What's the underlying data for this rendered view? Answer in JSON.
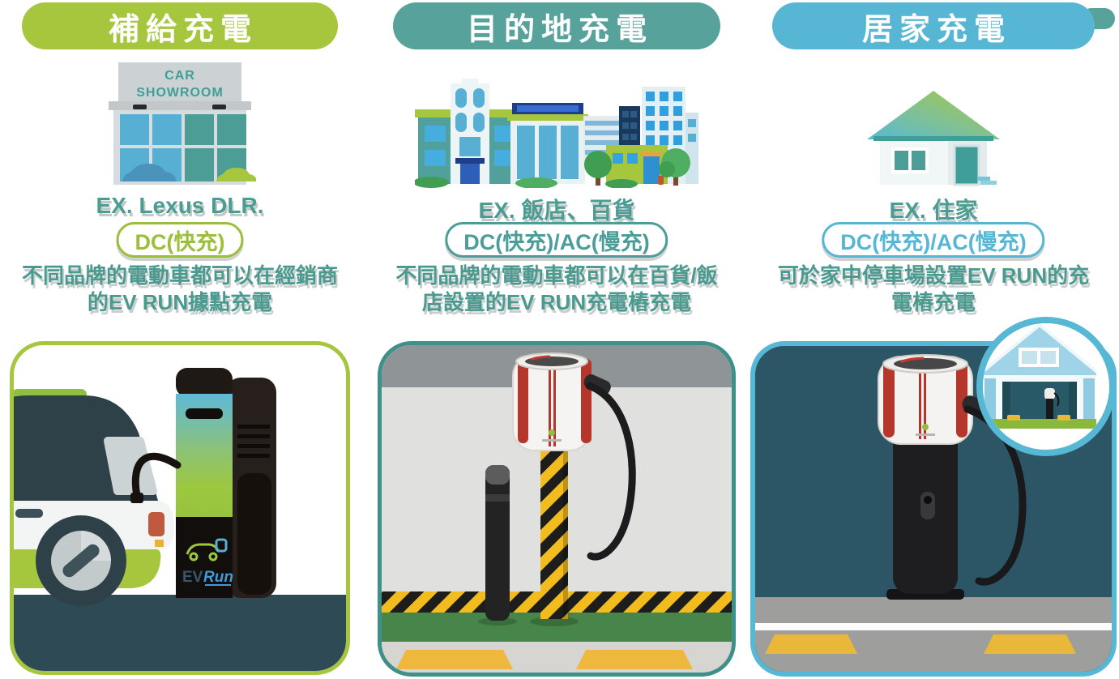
{
  "columns": [
    {
      "id": "supply-charging",
      "header": "補給充電",
      "example": "EX. Lexus DLR.",
      "badge": "DC(快充)",
      "description": [
        "不同品牌的電動車都可以在經銷商",
        "的EV RUN據點充電"
      ],
      "illustration": "car-showroom",
      "sign": [
        "CAR",
        "SHOWROOM"
      ],
      "photo": "ev-car-charging-at-station",
      "brand": {
        "ev": "EV",
        "run": "Run"
      },
      "colors": {
        "header_bg": "#a6c63d",
        "badge": "#9bbf3b",
        "photo_border": "#a6c63d"
      }
    },
    {
      "id": "destination-charging",
      "header": "目的地充電",
      "example": "EX. 飯店、百貨",
      "badge": "DC(快充)/AC(慢充)",
      "description": [
        "不同品牌的電動車都可以在百貨/飯",
        "店設置的EV RUN充電樁充電"
      ],
      "illustration": "city-buildings",
      "photo": "ev-run-charger-on-striped-pole",
      "colors": {
        "header_bg": "#58a29c",
        "badge": "#4a9d98",
        "photo_border": "#3f8f8a"
      }
    },
    {
      "id": "home-charging",
      "header": "居家充電",
      "example": "EX. 住家",
      "badge": "DC(快充)/AC(慢充)",
      "description": [
        "可於家中停車場設置EV RUN的充",
        "電樁充電"
      ],
      "illustration": "house",
      "photo": "ev-run-charger-home-street",
      "inset": "garage-with-charger",
      "colors": {
        "header_bg": "#56b6d3",
        "badge": "#55b7d5",
        "photo_border": "#57b8d6"
      }
    }
  ]
}
